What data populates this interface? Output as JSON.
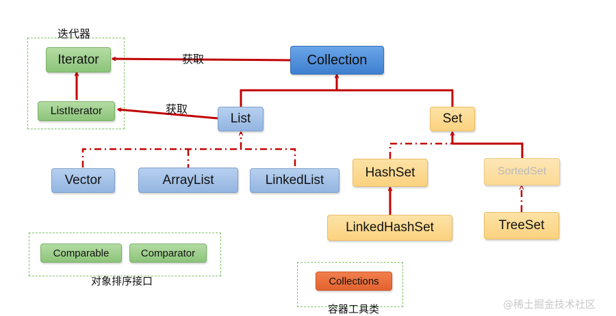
{
  "groups": {
    "iterator_group": "迭代器",
    "sort_group": "对象排序接口",
    "tools_group": "容器工具类"
  },
  "nodes": {
    "iterator": "Iterator",
    "list_iterator": "ListIterator",
    "collection": "Collection",
    "list": "List",
    "set": "Set",
    "vector": "Vector",
    "array_list": "ArrayList",
    "linked_list": "LinkedList",
    "hash_set": "HashSet",
    "sorted_set": "SortedSet",
    "linked_hash_set": "LinkedHashSet",
    "tree_set": "TreeSet",
    "comparable": "Comparable",
    "comparator": "Comparator",
    "collections": "Collections"
  },
  "edges": {
    "get_label_1": "获取",
    "get_label_2": "获取"
  },
  "watermark": "@稀土掘金技术社区",
  "colors": {
    "arrow": "#c00000",
    "interface_green": "#8cc47a",
    "list_blue": "#93b5e1",
    "collection_blue": "#3f7fcf",
    "set_orange": "#fbd27f",
    "tool_orange": "#e4622f",
    "group_border": "#78c160"
  }
}
